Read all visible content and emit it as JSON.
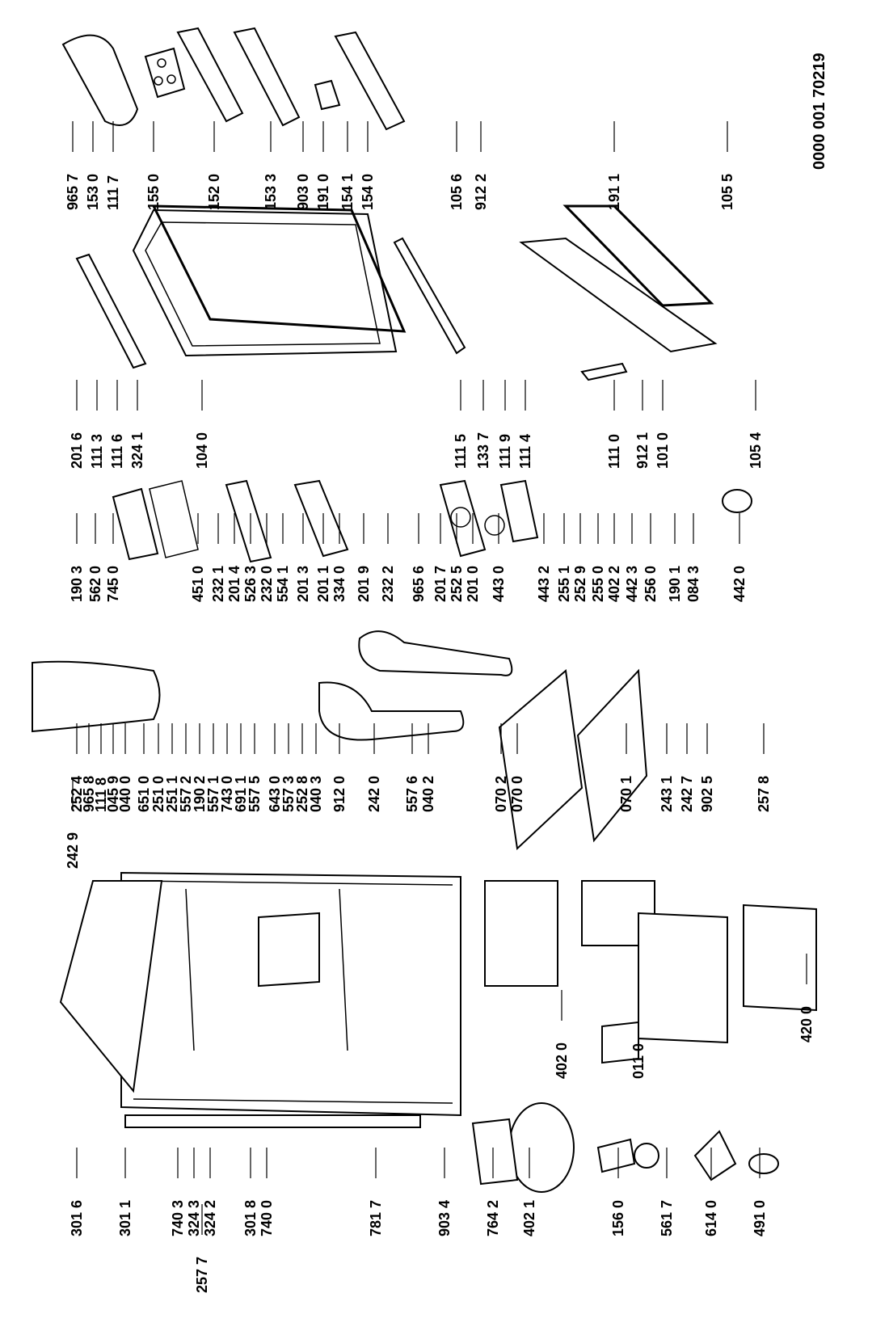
{
  "document_number": "0000 001 70219",
  "labels": [
    "965 7",
    "153 0",
    "111 7",
    "155 0",
    "152 0",
    "153 3",
    "903 0",
    "191 0",
    "154 1",
    "154 0",
    "105 6",
    "912 2",
    "191 1",
    "105 5",
    "201 6",
    "111 3",
    "111 6",
    "324 1",
    "104 0",
    "111 5",
    "133 7",
    "111 9",
    "111 4",
    "111 0",
    "912 1",
    "101 0",
    "105 4",
    "190 3",
    "562 0",
    "745 0",
    "451 0",
    "232 1",
    "201 4",
    "526 3",
    "232 0",
    "554 1",
    "201 3",
    "201 1",
    "334 0",
    "201 9",
    "232 2",
    "965 6",
    "201 7",
    "252 5",
    "201 0",
    "443 0",
    "443 2",
    "255 1",
    "252 9",
    "255 0",
    "402 2",
    "442 3",
    "256 0",
    "190 1",
    "084 3",
    "442 0",
    "252 4",
    "965 8",
    "111 8",
    "045 9",
    "040 0",
    "651 0",
    "251 0",
    "251 1",
    "557 2",
    "190 2",
    "557 1",
    "743 0",
    "691 1",
    "557 5",
    "643 0",
    "557 3",
    "252 8",
    "040 3",
    "912 0",
    "242 0",
    "557 6",
    "040 2",
    "070 2",
    "070 0",
    "070 1",
    "243 1",
    "242 7",
    "902 5",
    "257 8",
    "242 9",
    "301 6",
    "301 1",
    "740 3",
    "324 3",
    "324 2",
    "301 8",
    "740 0",
    "781 7",
    "903 4",
    "764 2",
    "402 1",
    "402 0",
    "011 0",
    "156 0",
    "561 7",
    "614 0",
    "491 0",
    "420 0",
    "257 7"
  ]
}
